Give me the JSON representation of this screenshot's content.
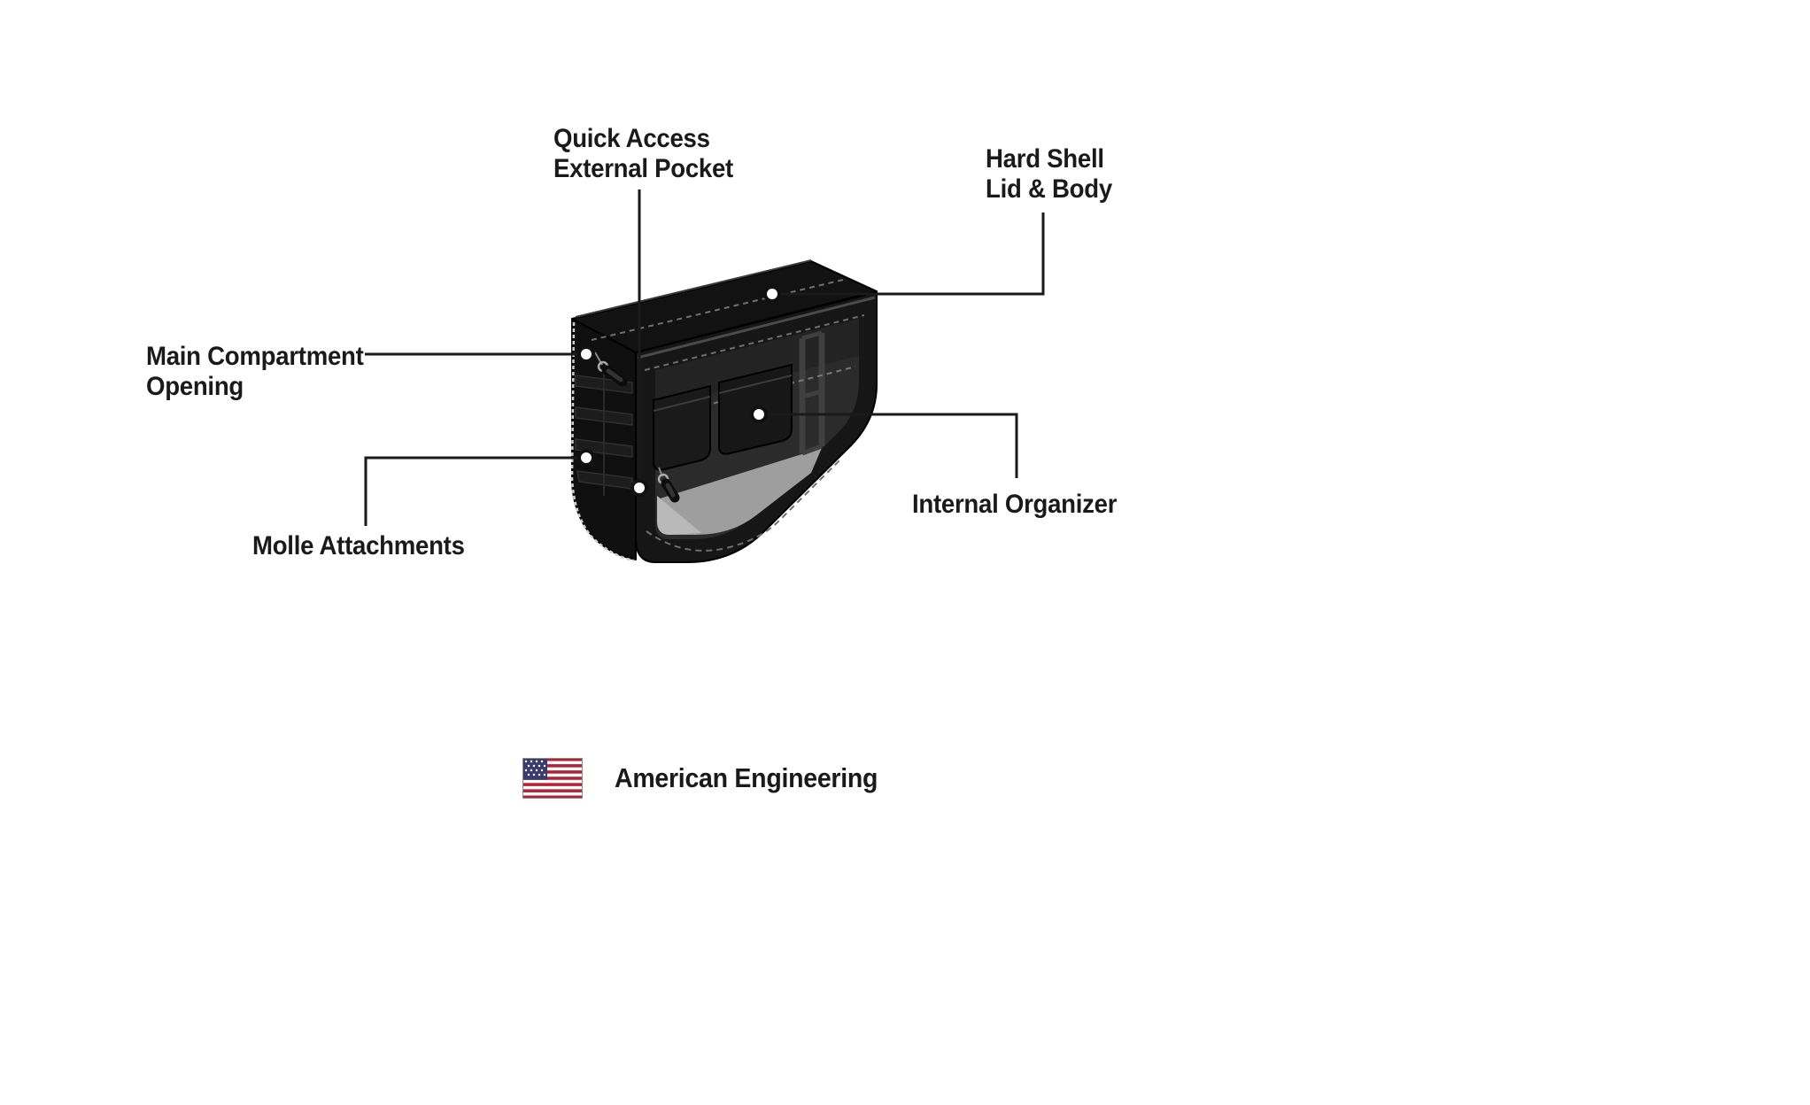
{
  "callouts": {
    "quick_access": {
      "label": "Quick Access\nExternal Pocket"
    },
    "hard_shell": {
      "label": "Hard Shell\nLid & Body"
    },
    "main_compartment": {
      "label": "Main Compartment\nOpening"
    },
    "molle": {
      "label": "Molle Attachments"
    },
    "internal_organizer": {
      "label": "Internal Organizer"
    }
  },
  "footer": {
    "text": "American Engineering",
    "flag_icon": "us-flag-icon"
  },
  "colors": {
    "text": "#1a1a1a",
    "callout_line": "#1a1a1a",
    "bag_shell": "#141414",
    "interior_floor": "#9e9e9e",
    "flag_red": "#B22234",
    "flag_blue": "#3C3B6E"
  }
}
